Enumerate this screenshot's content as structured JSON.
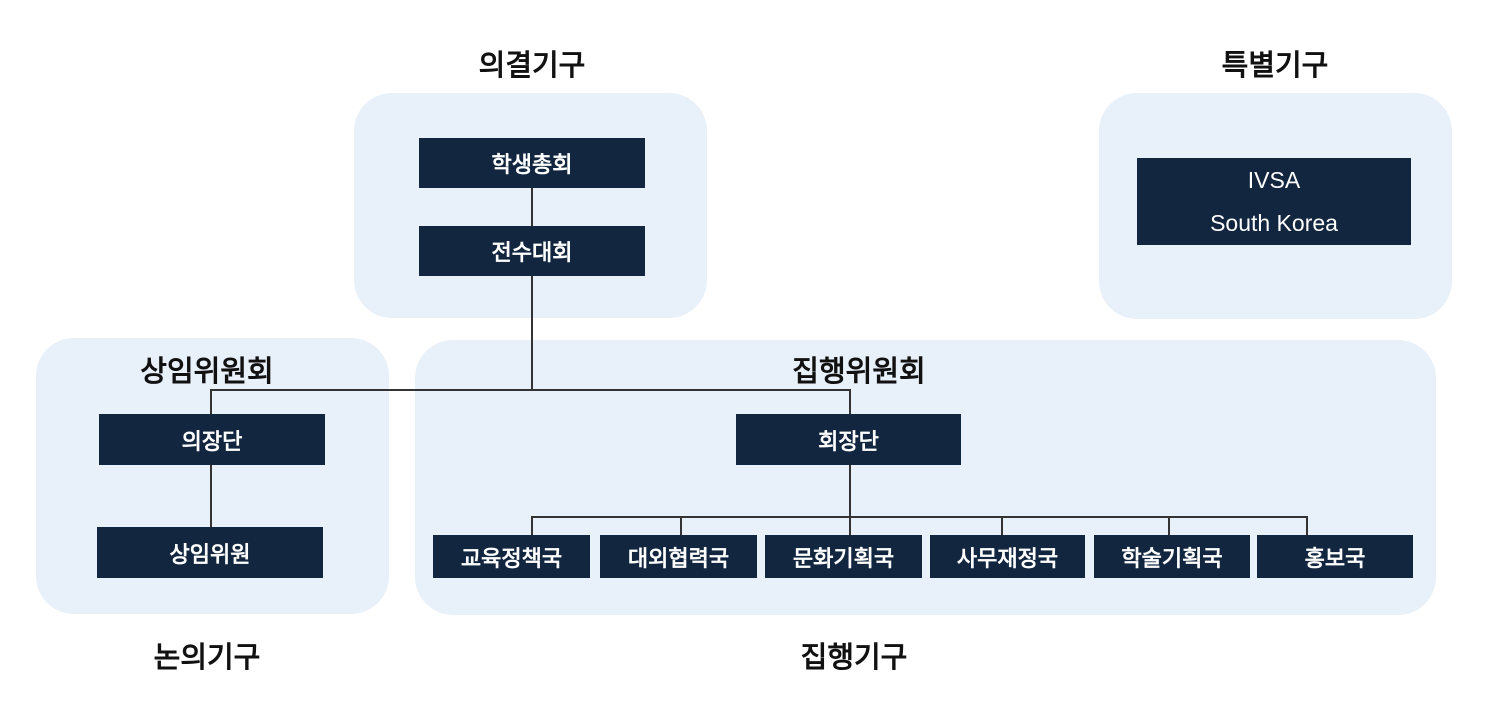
{
  "groups": {
    "decision": {
      "title": "의결기구",
      "boxes": [
        "학생총회",
        "전수대회"
      ]
    },
    "special": {
      "title": "특별기구",
      "box_lines": [
        "IVSA",
        "South Korea"
      ]
    },
    "standing": {
      "panel_title": "상임위원회",
      "caption": "논의기구",
      "boxes": [
        "의장단",
        "상임위원"
      ]
    },
    "executive": {
      "panel_title": "집행위원회",
      "caption": "집행기구",
      "head": "회장단",
      "departments": [
        "교육정책국",
        "대외협력국",
        "문화기획국",
        "사무재정국",
        "학술기획국",
        "홍보국"
      ]
    }
  },
  "colors": {
    "panel": "#e8f0fa",
    "box": "#12263f",
    "box_text": "#ffffff",
    "line": "#333333"
  }
}
